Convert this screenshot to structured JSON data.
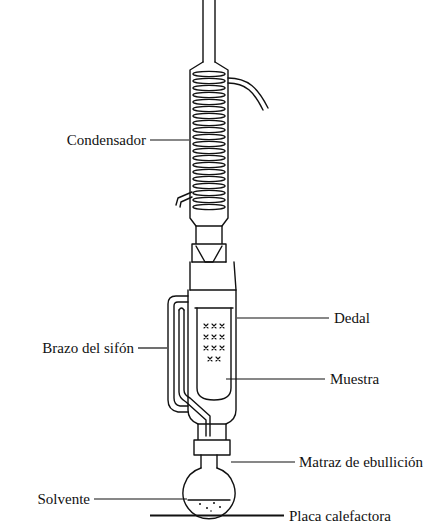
{
  "diagram": {
    "labels": [
      "Condensador",
      "Dedal",
      "Brazo del sifón",
      "Muestra",
      "Matraz de ebullición",
      "Solvente",
      "Placa calefactora"
    ]
  }
}
